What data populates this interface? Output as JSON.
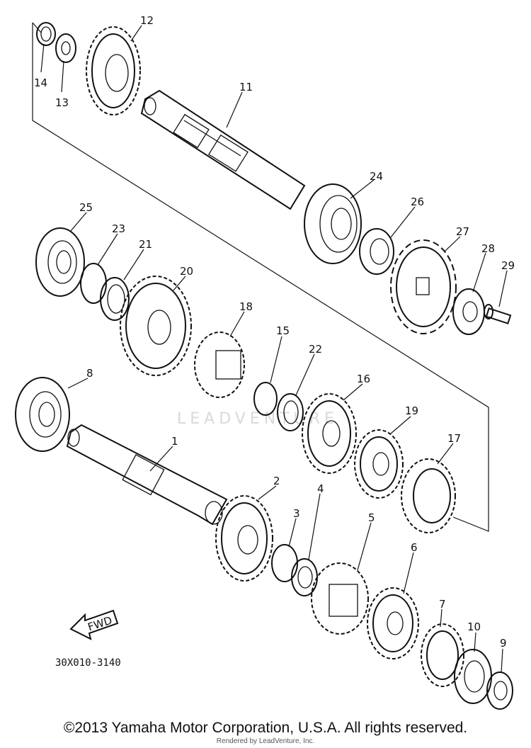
{
  "diagram": {
    "watermark": "LEADVENTURE",
    "fwd_label": "FWD",
    "drawing_code": "30X010-3140",
    "callouts": [
      "1",
      "2",
      "3",
      "4",
      "5",
      "6",
      "7",
      "8",
      "9",
      "10",
      "11",
      "12",
      "13",
      "14",
      "15",
      "16",
      "17",
      "18",
      "19",
      "20",
      "21",
      "22",
      "23",
      "24",
      "25",
      "26",
      "27",
      "28",
      "29"
    ]
  },
  "footer": {
    "copyright": "©2013 Yamaha Motor Corporation, U.S.A. All rights reserved.",
    "credit": "Rendered by LeadVenture, Inc."
  }
}
